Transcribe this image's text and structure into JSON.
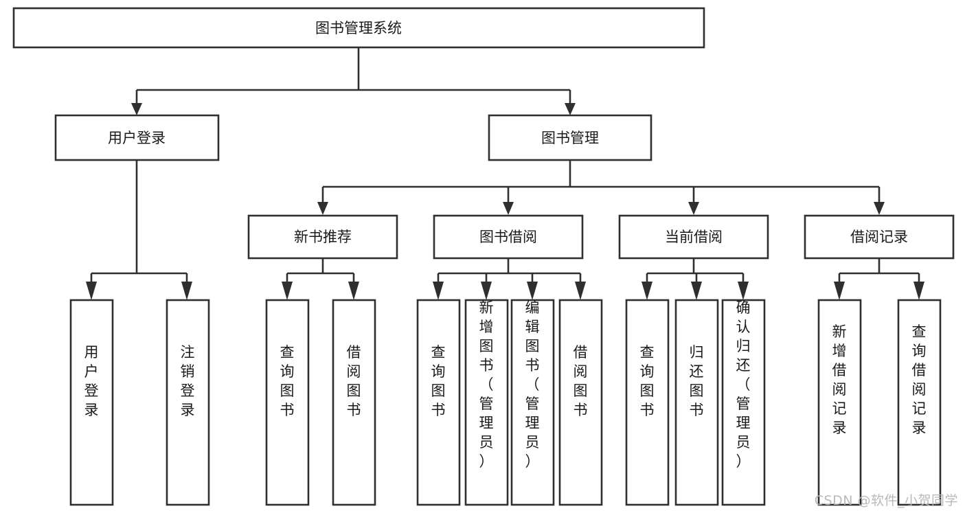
{
  "diagram": {
    "type": "tree-hierarchy",
    "title": "图书管理系统",
    "watermark": "CSDN @软件_小贺同学",
    "colors": {
      "box_stroke": "#2f2f2f",
      "box_fill": "#ffffff",
      "text": "#1a1a1a",
      "background": "#ffffff",
      "watermark": "#b9b9b9"
    },
    "nodes": {
      "root": {
        "label": "图书管理系统"
      },
      "level2": [
        {
          "id": "user-login",
          "label": "用户登录"
        },
        {
          "id": "book-manage",
          "label": "图书管理"
        }
      ],
      "level3": [
        {
          "id": "new-book-recommend",
          "label": "新书推荐"
        },
        {
          "id": "book-borrow",
          "label": "图书借阅"
        },
        {
          "id": "current-borrow",
          "label": "当前借阅"
        },
        {
          "id": "borrow-record",
          "label": "借阅记录"
        }
      ],
      "leaves": {
        "user-login": [
          {
            "id": "leaf-user-login",
            "label": "用户登录"
          },
          {
            "id": "leaf-logout-login",
            "label": "注销登录"
          }
        ],
        "new-book-recommend": [
          {
            "id": "leaf-query-book-1",
            "label": "查询图书"
          },
          {
            "id": "leaf-borrow-book-1",
            "label": "借阅图书"
          }
        ],
        "book-borrow": [
          {
            "id": "leaf-query-book-2",
            "label": "查询图书"
          },
          {
            "id": "leaf-add-book",
            "label": "新增图书（管理员）"
          },
          {
            "id": "leaf-edit-book",
            "label": "编辑图书（管理员）"
          },
          {
            "id": "leaf-borrow-book-2",
            "label": "借阅图书"
          }
        ],
        "current-borrow": [
          {
            "id": "leaf-query-book-3",
            "label": "查询图书"
          },
          {
            "id": "leaf-return-book",
            "label": "归还图书"
          },
          {
            "id": "leaf-confirm-return",
            "label": "确认归还（管理员）"
          }
        ],
        "borrow-record": [
          {
            "id": "leaf-add-record",
            "label": "新增借阅记录"
          },
          {
            "id": "leaf-query-record",
            "label": "查询借阅记录"
          }
        ]
      }
    }
  }
}
